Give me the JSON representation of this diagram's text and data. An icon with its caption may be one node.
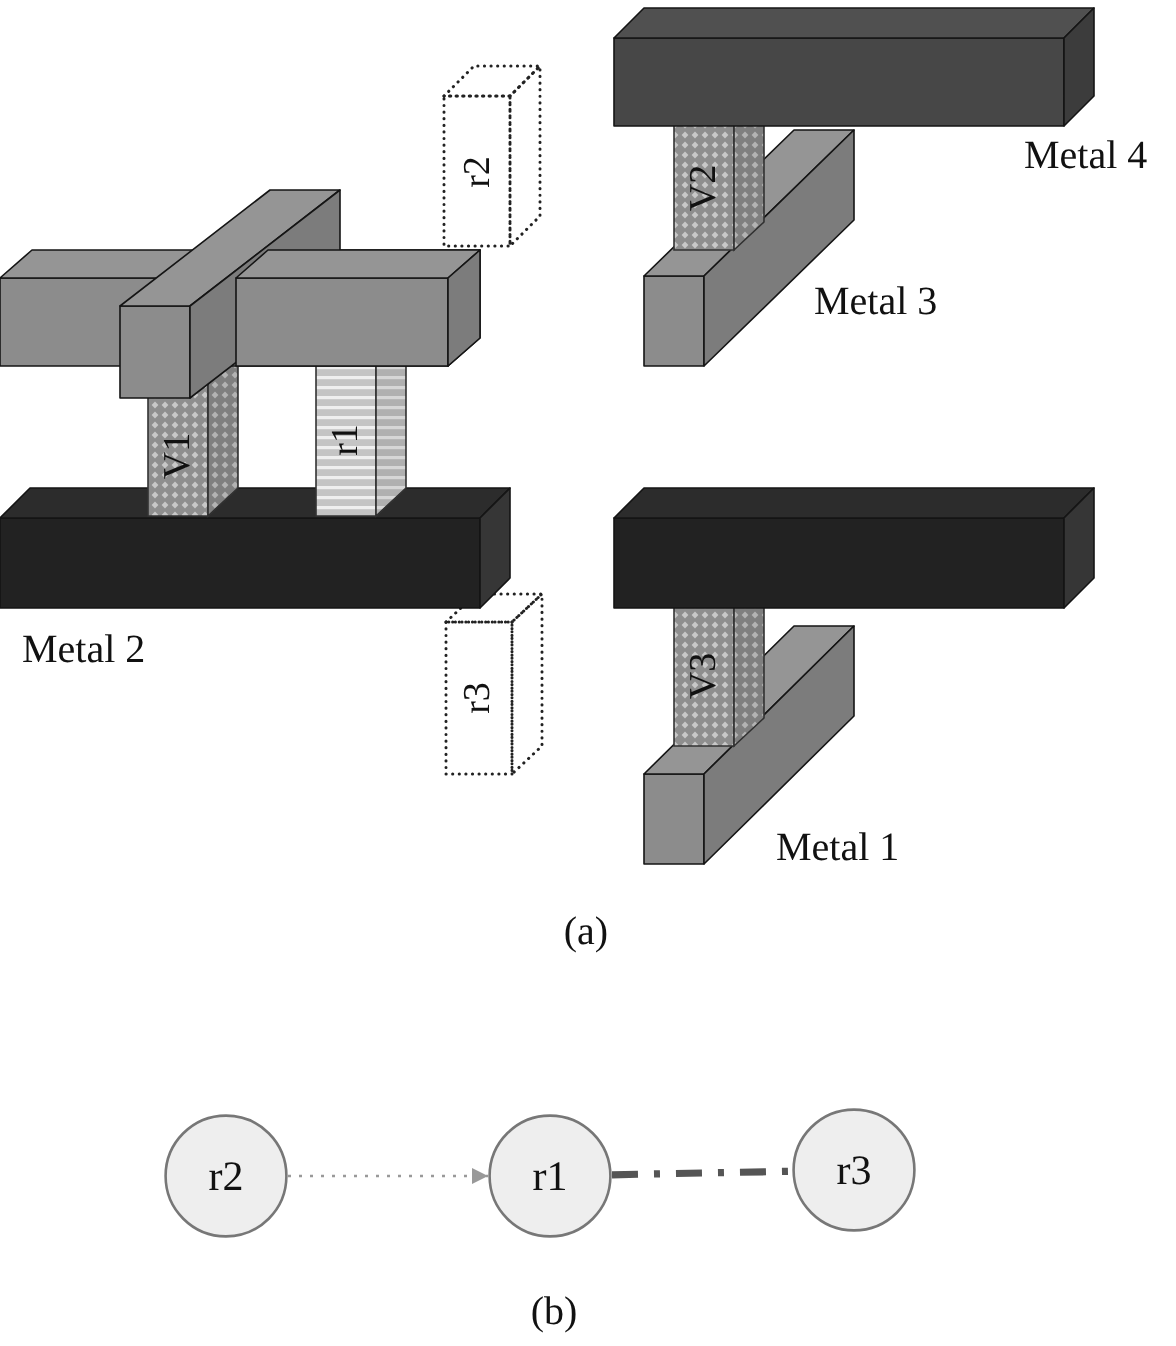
{
  "diagram": {
    "nodes": [
      {
        "text": [
          "r2"
        ]
      },
      {
        "text": [
          "r1"
        ]
      },
      {
        "text": [
          "r3"
        ]
      }
    ],
    "edges": [
      {
        "from": 0,
        "to": 1,
        "arrow": "to",
        "style": "dashed",
        "color": "#999999"
      },
      {
        "from": 1,
        "to": 2,
        "arrow": "none",
        "style": "dashed",
        "color": "#555555"
      }
    ],
    "labels": [
      "r2",
      "V2",
      "Metal 4",
      "Metal 3",
      "V1",
      "r1",
      "Metal 2",
      "r3",
      "V3",
      "Metal 1",
      "(a)",
      "(b)"
    ]
  }
}
